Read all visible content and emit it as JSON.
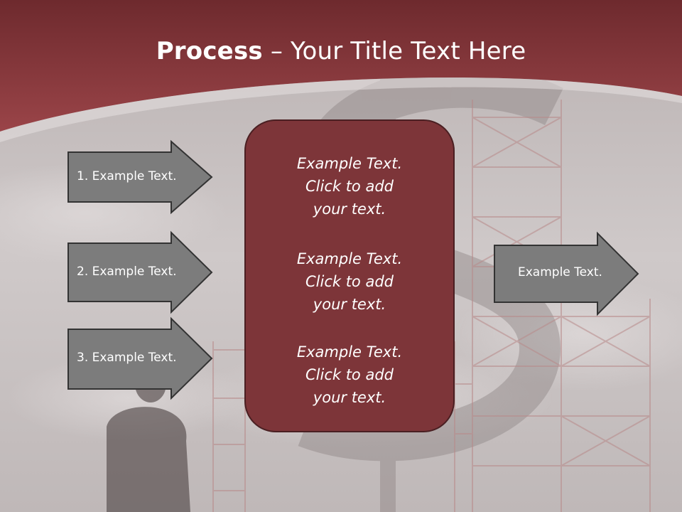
{
  "title": {
    "bold": "Process",
    "rest": " – Your Title Text Here"
  },
  "left_arrows": [
    {
      "label": "1. Example Text."
    },
    {
      "label": "2. Example Text."
    },
    {
      "label": "3. Example Text."
    }
  ],
  "center_blocks": [
    {
      "line1": "Example Text.",
      "line2": "Click  to add",
      "line3": "your text."
    },
    {
      "line1": "Example Text.",
      "line2": "Click  to add",
      "line3": "your text."
    },
    {
      "line1": "Example Text.",
      "line2": "Click  to add",
      "line3": "your text."
    }
  ],
  "right_arrow": {
    "label": "Example Text."
  },
  "colors": {
    "header": "#7a2f33",
    "center_box": "#7d3539",
    "arrow_fill": "#7c7c7c",
    "arrow_border": "#333333",
    "background": "#c9c3c3"
  }
}
